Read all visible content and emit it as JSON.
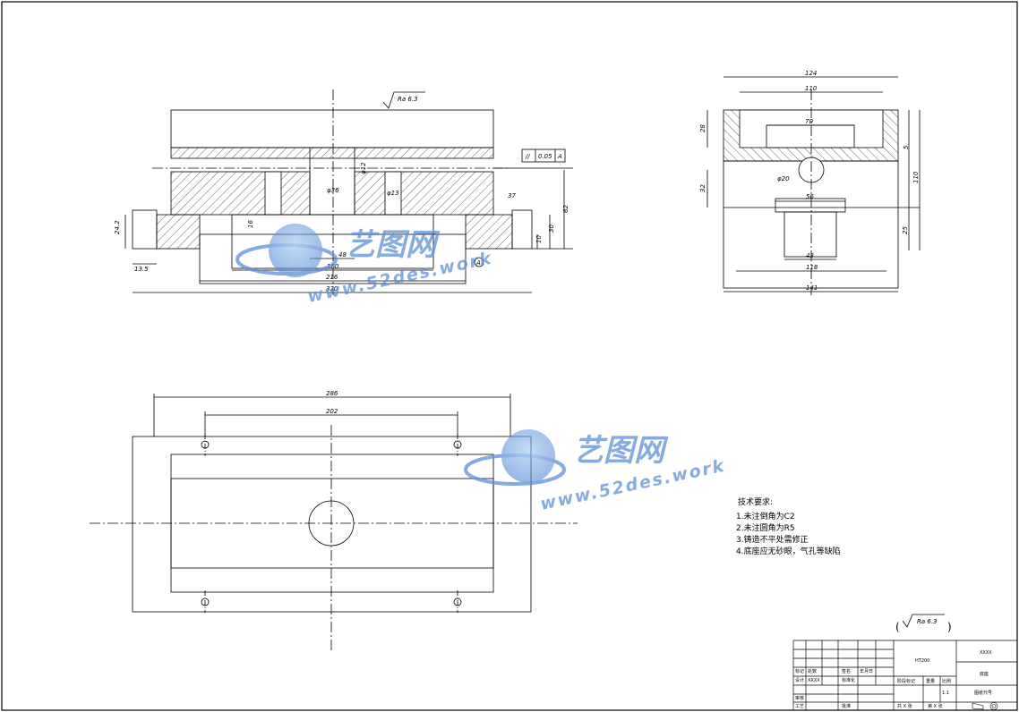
{
  "drawing": {
    "roughness_main": "Ra 6.3",
    "roughness_general": "Ra 6.3",
    "front_view": {
      "tolerance": [
        "//",
        "0.05",
        "A"
      ],
      "dims": [
        "24.2",
        "13.5",
        "160",
        "48",
        "216",
        "320",
        "φ12",
        "φ36",
        "φ13",
        "16",
        "37",
        "10",
        "30",
        "62"
      ],
      "datum": "A"
    },
    "side_view": {
      "dims": [
        "124",
        "110",
        "70",
        "28",
        "32",
        "5",
        "110",
        "φ20",
        "56",
        "25",
        "43",
        "118",
        "141"
      ]
    },
    "top_view": {
      "dims": [
        "286",
        "202"
      ]
    },
    "tech_requirements": {
      "title": "技术要求:",
      "items": [
        "1.未注倒角为C2",
        "2.未注圆角为R5",
        "3.铸造不平处需修正",
        "4.底座应无砂眼，气孔等缺陷"
      ]
    },
    "title_block": {
      "material": "HT200",
      "company": "XXXX",
      "part_name": "底座",
      "drawing_no_label": "图纸代号",
      "scale_label": "比例",
      "scale": "1:1",
      "weight_label": "重量",
      "stage_label": "阶段标记",
      "design_label": "设计",
      "designer": "XXXX",
      "std_label": "标准化",
      "check_label": "审核",
      "process_label": "工艺",
      "approve_label": "批准",
      "mark_label": "标记",
      "count_label": "处数",
      "sign_label": "签名",
      "date_label": "年月日",
      "total_sheets": "共 X 张",
      "sheet_no": "第 X 张"
    },
    "watermark": {
      "brand": "艺图网",
      "url": "www.52des.work"
    }
  }
}
